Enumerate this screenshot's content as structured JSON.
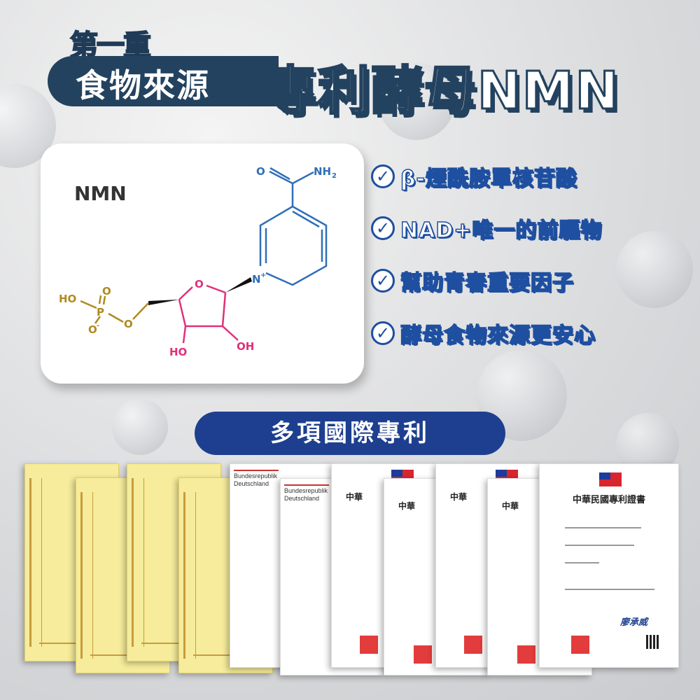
{
  "header": {
    "subtitle": "第一重",
    "pill_text": "食物來源",
    "title": "專利酵母NMN"
  },
  "molecule": {
    "label": "NMN",
    "atoms": {
      "o_carbonyl": "O",
      "nh2": "NH",
      "nh2_sub": "2",
      "n_plus": "N",
      "plus": "+",
      "ring_o": "O",
      "ho_left": "HO",
      "oh_right": "OH",
      "phosphate_o": "O",
      "phosphate_ho": "HO",
      "p": "P",
      "p_o_double": "O",
      "p_o_minus": "O",
      "minus": "-"
    }
  },
  "features": [
    "β-煙酰胺單核苷酸",
    "NAD+唯一的前驅物",
    "幫助青春重要因子",
    "酵母食物來源更安心"
  ],
  "patents": {
    "heading": "多項國際專利",
    "de_title": "Bundesrepublik Deutschland",
    "tw_title": "中華民國專利證書",
    "tw_short": "中華",
    "signature": "廖承威"
  },
  "colors": {
    "navy": "#23425f",
    "blue": "#1e4fa0",
    "pink": "#e0307a",
    "gold": "#b08a20",
    "mol_blue": "#2f6fb8"
  }
}
